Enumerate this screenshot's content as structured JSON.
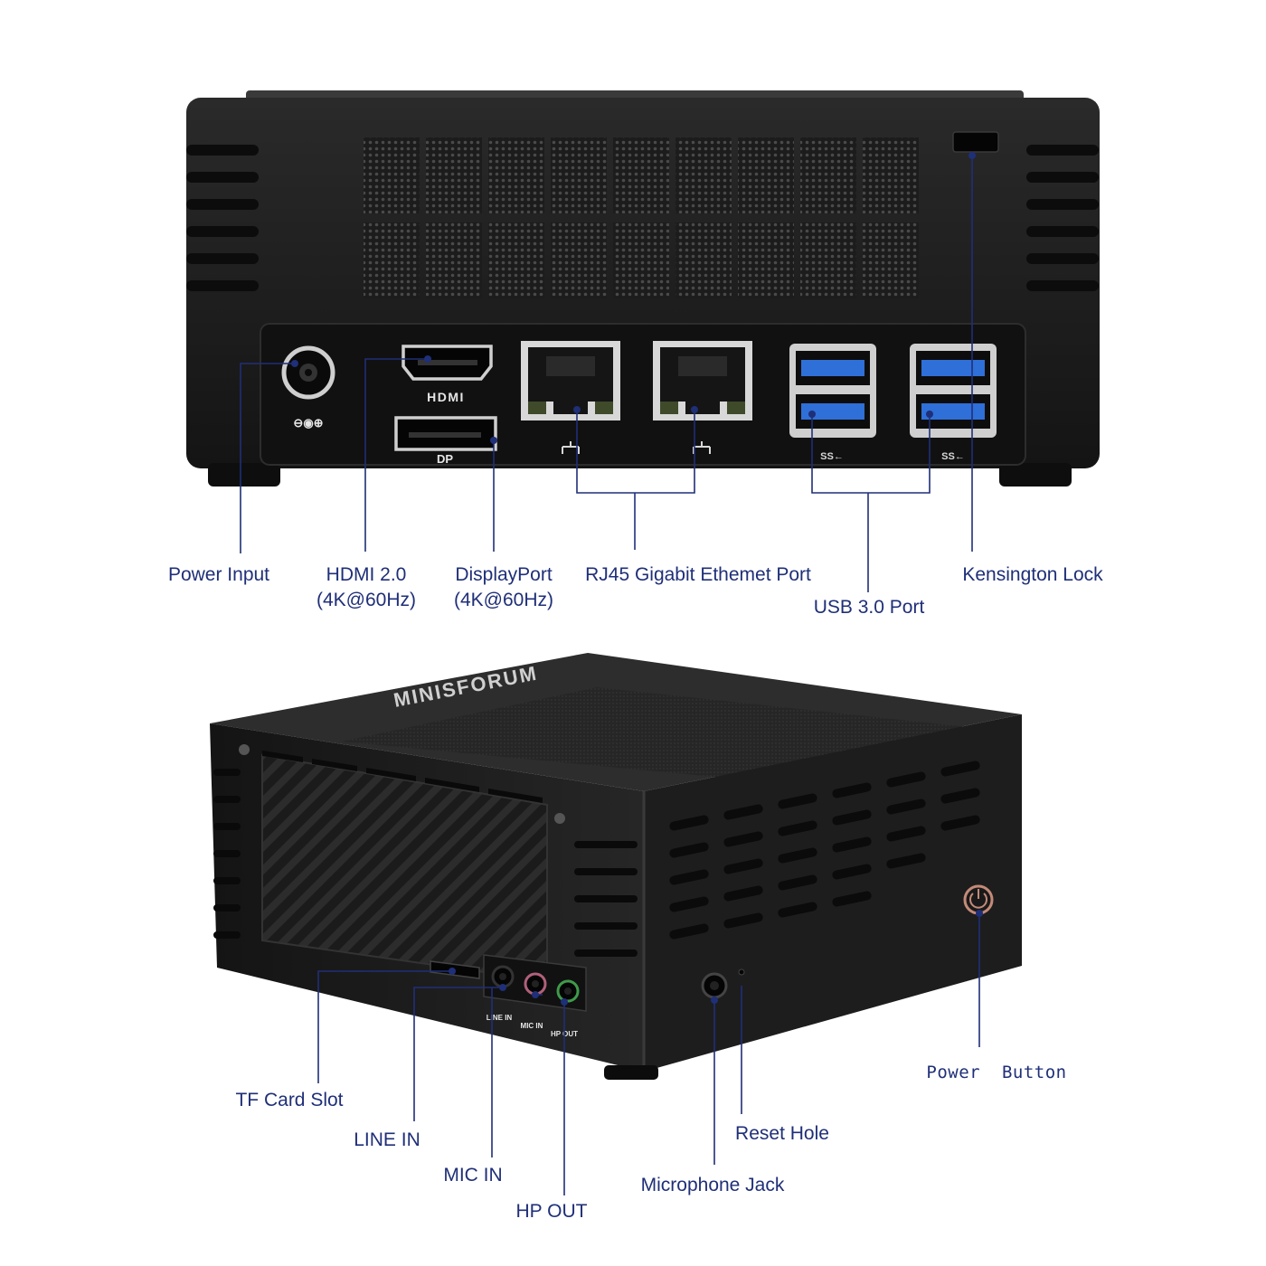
{
  "rear_view": {
    "port_markings": {
      "power_symbol": "⊖◉⊕",
      "hdmi": "HDMI",
      "dp": "DP",
      "usb_ss_left": "SS←",
      "usb_ss_right": "SS←"
    },
    "labels": {
      "power_input": "Power Input",
      "hdmi_line1": "HDMI 2.0",
      "hdmi_line2": "(4K@60Hz)",
      "displayport_line1": "DisplayPort",
      "displayport_line2": "(4K@60Hz)",
      "rj45": "RJ45 Gigabit Ethemet Port",
      "usb": "USB 3.0 Port",
      "kensington": "Kensington Lock"
    }
  },
  "front_view": {
    "brand": "MINISFORUM",
    "port_markings": {
      "line_in": "LINE IN",
      "mic_in": "MIC IN",
      "hp_out": "HP OUT"
    },
    "labels": {
      "tf_card": "TF Card Slot",
      "line_in": "LINE IN",
      "mic_in": "MIC IN",
      "hp_out": "HP OUT",
      "reset_hole": "Reset Hole",
      "microphone_jack": "Microphone Jack",
      "power_button": "Power  Button"
    }
  },
  "colors": {
    "label_text": "#1f2f78",
    "leader_line": "#1f2f78",
    "device_body": "#1a1a1a",
    "usb_blue": "#2f6fd8",
    "mic_pink": "#b0607a",
    "hp_green": "#3f9a4a",
    "power_led": "#c48a78"
  }
}
